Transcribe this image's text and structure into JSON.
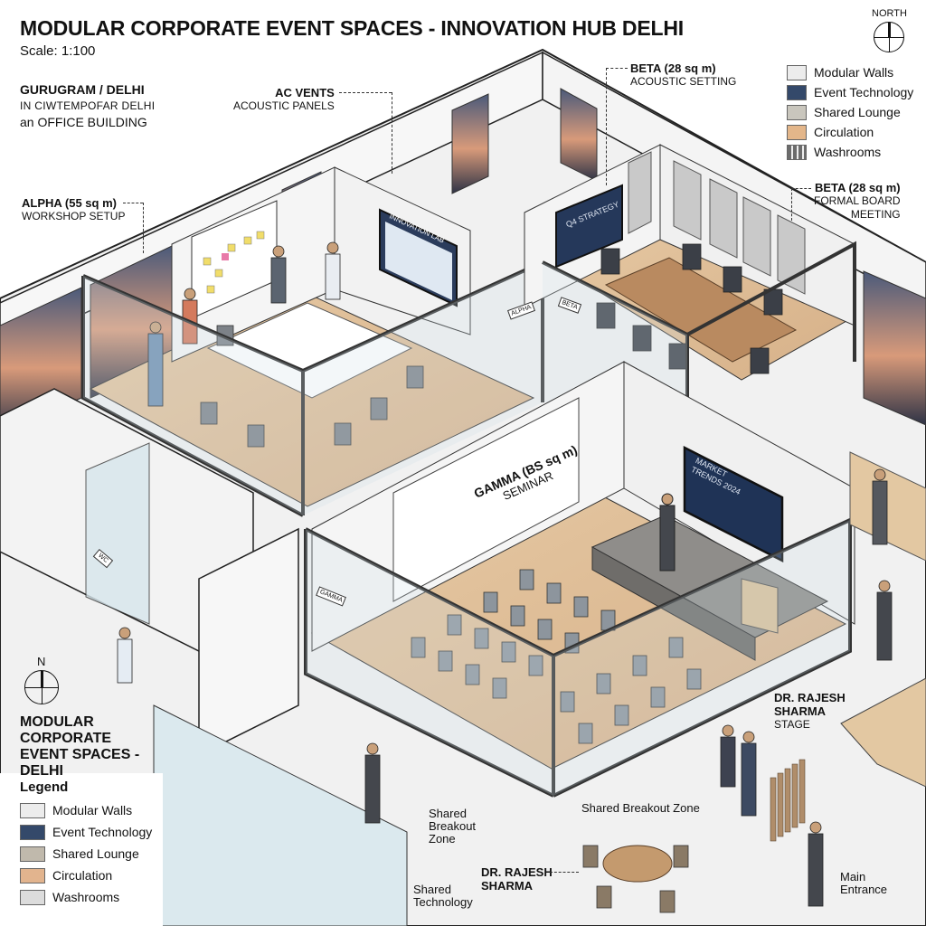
{
  "header": {
    "title": "MODULAR CORPORATE EVENT SPACES - INNOVATION HUB DELHI",
    "scale": "Scale: 1:100"
  },
  "location": {
    "line1": "GURUGRAM / DELHI",
    "line2": "IN CIWTEMPOFAR DELHI",
    "line3": "an OFFICE BUILDING"
  },
  "compass_top": {
    "label": "NORTH"
  },
  "compass_bottom": {
    "label": "N"
  },
  "callouts": {
    "ac_vents": {
      "title": "AC VENTS",
      "sub": "ACOUSTIC PANELS"
    },
    "beta_acoustic": {
      "title": "BETA (28 sq m)",
      "sub": "ACOUSTIC SETTING"
    },
    "alpha": {
      "title": "ALPHA (55 sq m)",
      "sub": "WORKSHOP SETUP"
    },
    "beta_board": {
      "title": "BETA (28 sq m)",
      "sub1": "FORMAL BOARD",
      "sub2": "MEETING"
    },
    "gamma": {
      "title": "GAMMA (BS sq m)",
      "sub": "SEMINAR"
    },
    "stage": {
      "line1": "DR. RAJESH",
      "line2": "SHARMA",
      "line3": "STAGE"
    },
    "breakout_left": {
      "line1": "Shared",
      "line2": "Breakout",
      "line3": "Zone"
    },
    "breakout_center": {
      "text": "Shared Breakout Zone"
    },
    "rajesh": {
      "line1": "DR. RAJESH",
      "line2": "SHARMA"
    },
    "shared_tech": {
      "line1": "Shared",
      "line2": "Technology"
    },
    "main_entrance": {
      "line1": "Main",
      "line2": "Entrance"
    }
  },
  "screens": {
    "alpha_screen": "INNOVATION LAB",
    "beta_screen": "Q4 STRATEGY",
    "gamma_screen_line1": "MARKET",
    "gamma_screen_line2": "TRENDS 2024"
  },
  "door_signs": {
    "alpha": "ALPHA",
    "beta": "BETA",
    "gamma": "GAMMA",
    "washroom": "WC"
  },
  "legend_top": {
    "items": [
      {
        "label": "Modular Walls",
        "color": "#ececec"
      },
      {
        "label": "Event Technology",
        "color": "#34496a"
      },
      {
        "label": "Shared Lounge",
        "color": "#c9c6bd"
      },
      {
        "label": "Circulation",
        "color": "#e3b68a"
      },
      {
        "label": "Washrooms",
        "color": "#6c6c6c"
      }
    ]
  },
  "bottom_panel": {
    "title_line1": "MODULAR",
    "title_line2": "CORPORATE",
    "title_line3": "EVENT SPACES -",
    "title_line4": "DELHI",
    "legend_heading": "Legend",
    "items": [
      {
        "label": "Modular Walls",
        "color": "#ececec"
      },
      {
        "label": "Event Technology",
        "color": "#34496a"
      },
      {
        "label": "Shared Lounge",
        "color": "#c0b9ac"
      },
      {
        "label": "Circulation",
        "color": "#e2b48e"
      },
      {
        "label": "Washrooms",
        "color": "#dcdcdc"
      }
    ]
  }
}
